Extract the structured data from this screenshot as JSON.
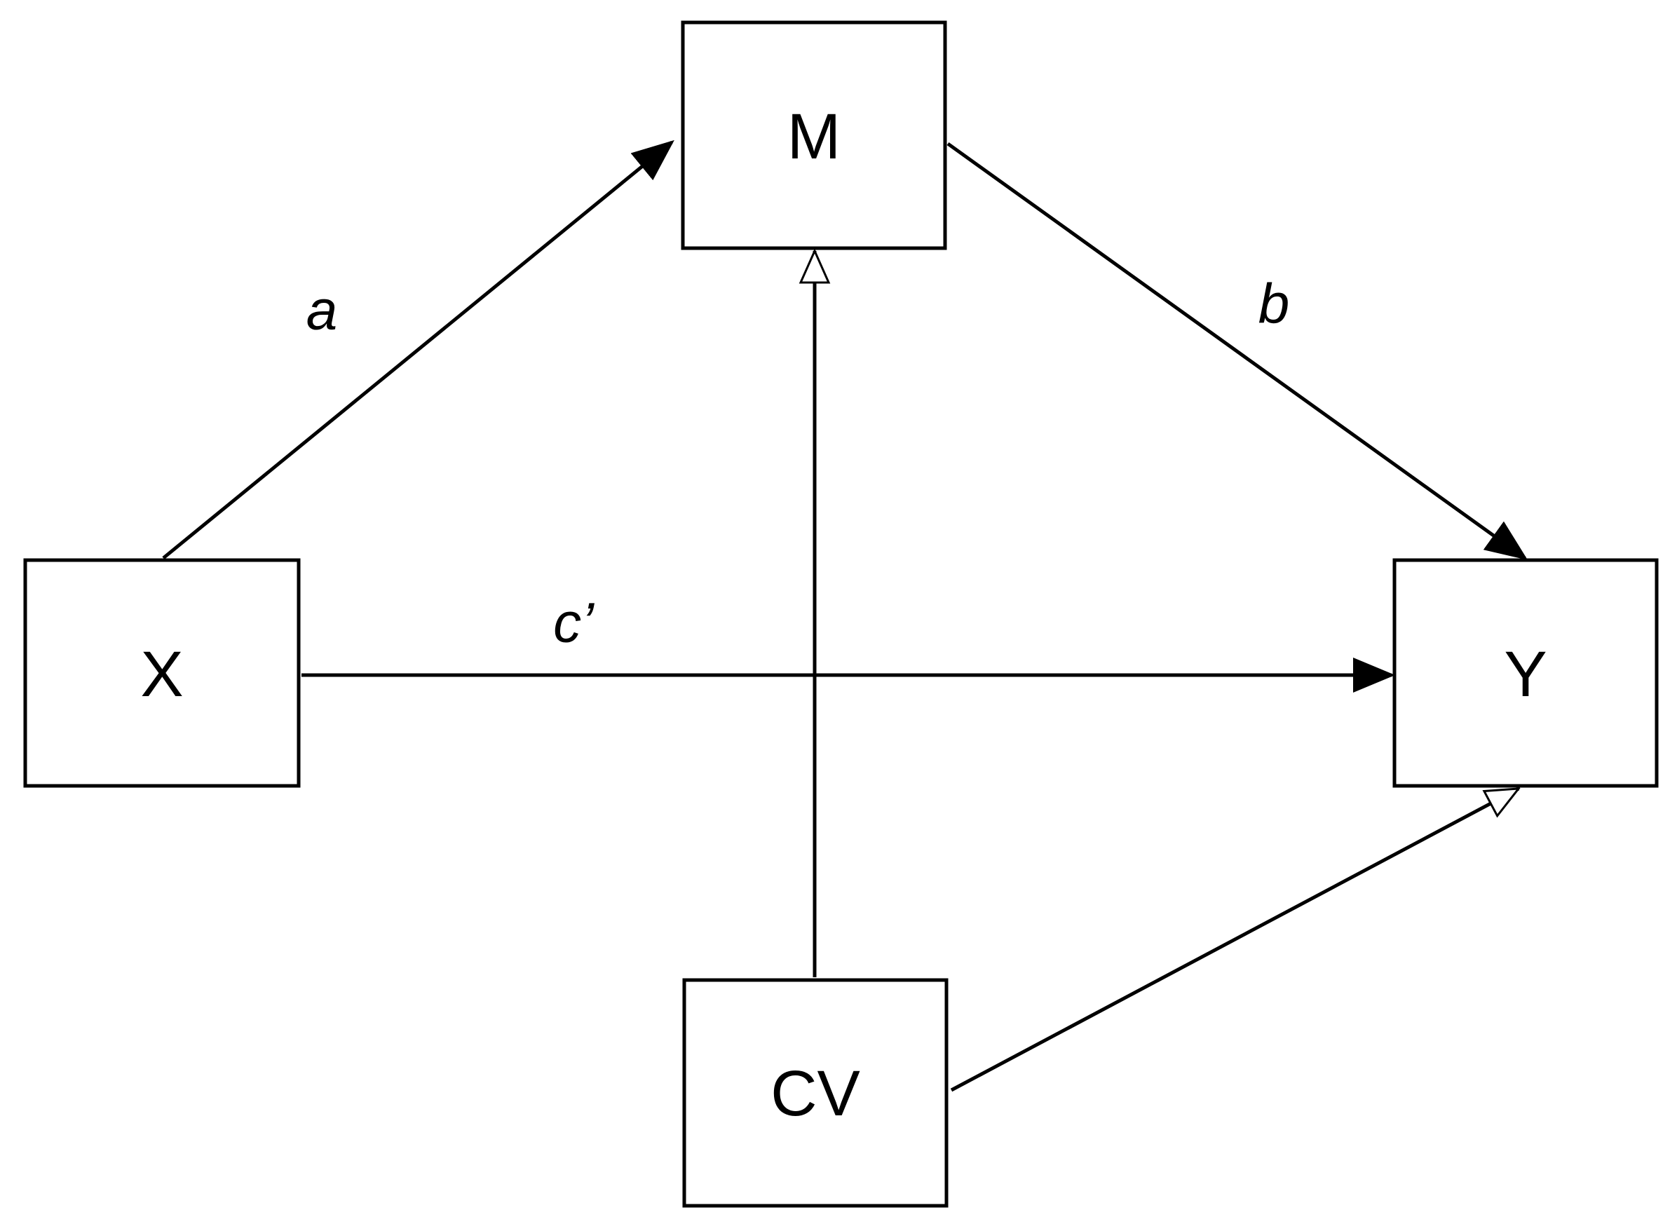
{
  "diagram": {
    "nodes": {
      "m": "M",
      "x": "X",
      "y": "Y",
      "cv": "CV"
    },
    "paths": {
      "a": "a",
      "b": "b",
      "c_prime": "c’"
    }
  },
  "colors": {
    "stroke": "#000000",
    "background": "#ffffff"
  }
}
